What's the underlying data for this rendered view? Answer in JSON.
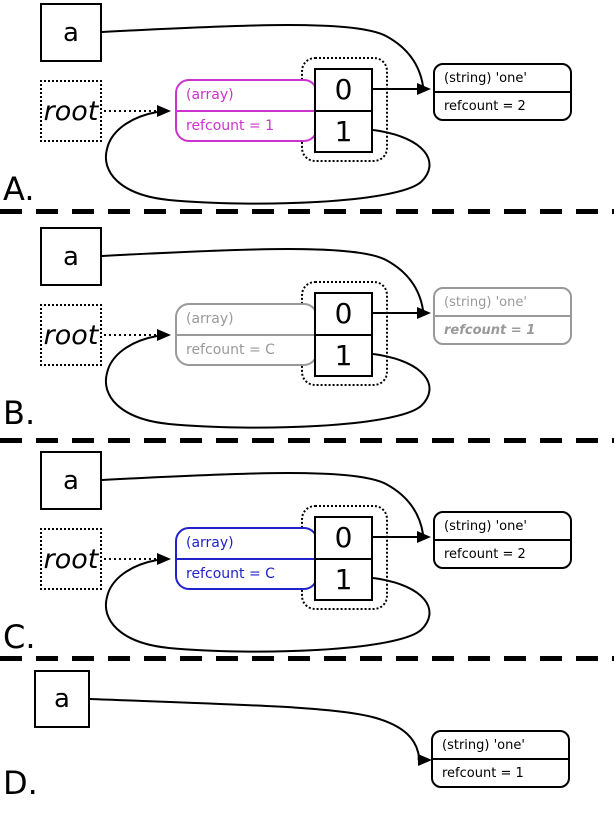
{
  "colors": {
    "candidate_magenta": "#cc33cc",
    "marked_gray": "#999999",
    "garbage_blue": "#2222cc",
    "default_black": "#000000"
  },
  "panels": [
    {
      "label": "A.",
      "var": "a",
      "root": "root",
      "array": {
        "type": "(array)",
        "refcount": "refcount = 1",
        "color": "#cc33cc"
      },
      "cells": [
        "0",
        "1"
      ],
      "string": {
        "type": "(string) 'one'",
        "refcount": "refcount = 2",
        "color": "#000000"
      }
    },
    {
      "label": "B.",
      "var": "a",
      "root": "root",
      "array": {
        "type": "(array)",
        "refcount": "refcount = C",
        "color": "#999999"
      },
      "cells": [
        "0",
        "1"
      ],
      "string": {
        "type": "(string) 'one'",
        "refcount": "refcount = 1",
        "color": "#999999"
      }
    },
    {
      "label": "C.",
      "var": "a",
      "root": "root",
      "array": {
        "type": "(array)",
        "refcount": "refcount = C",
        "color": "#2222cc"
      },
      "cells": [
        "0",
        "1"
      ],
      "string": {
        "type": "(string) 'one'",
        "refcount": "refcount = 2",
        "color": "#000000"
      }
    },
    {
      "label": "D.",
      "var": "a",
      "string": {
        "type": "(string) 'one'",
        "refcount": "refcount = 1",
        "color": "#000000"
      }
    }
  ]
}
